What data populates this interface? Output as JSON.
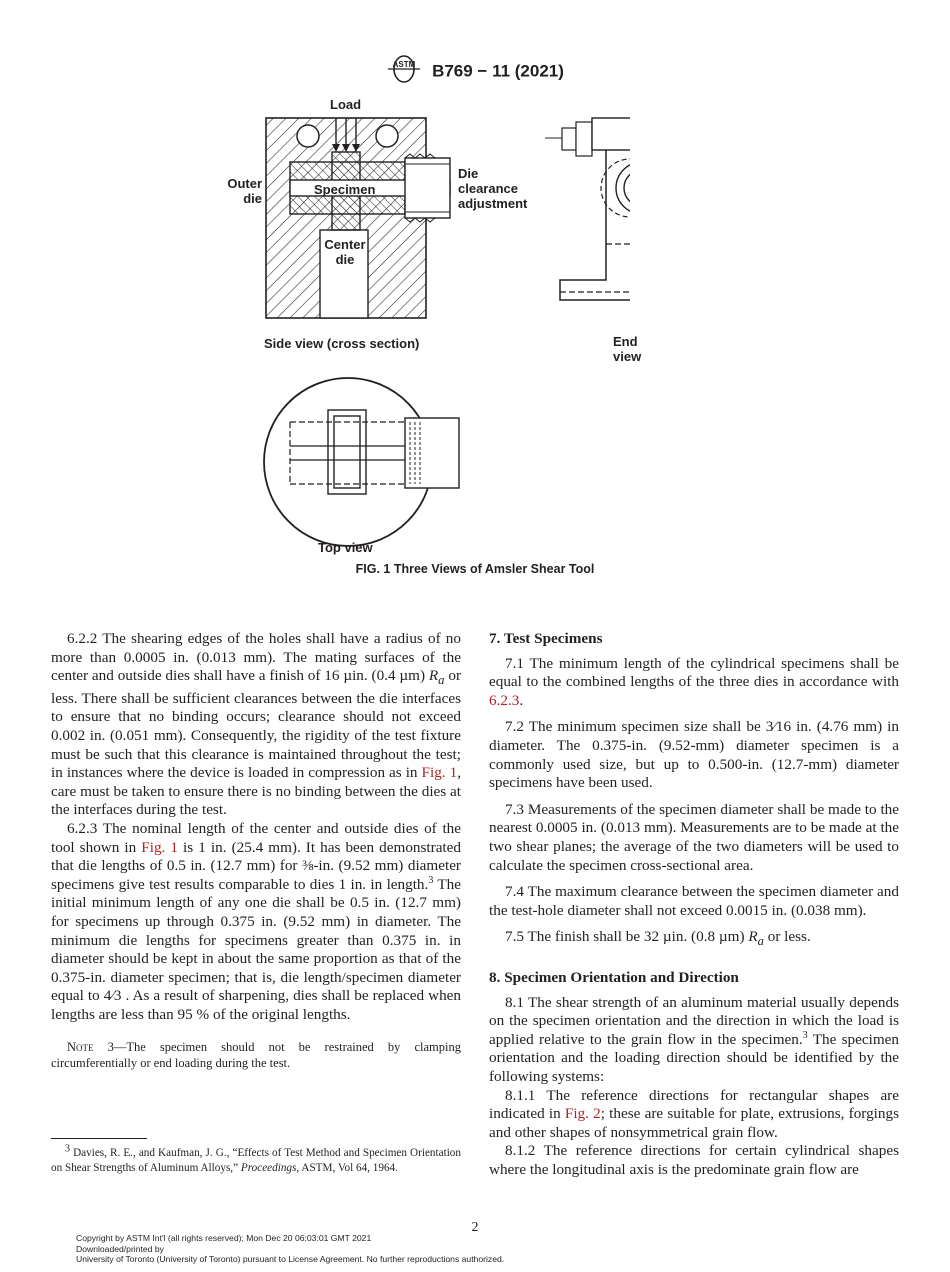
{
  "header": {
    "logo_text": "ASTM",
    "designation": "B769 − 11 (2021)"
  },
  "figure": {
    "labels": {
      "load": "Load",
      "outer_die_1": "Outer",
      "outer_die_2": "die",
      "specimen": "Specimen",
      "center_die_1": "Center",
      "center_die_2": "die",
      "die_clear_1": "Die",
      "die_clear_2": "clearance",
      "die_clear_3": "adjustment",
      "side_view": "Side view (cross section)",
      "end_view": "End view",
      "top_view": "Top view"
    },
    "caption": "FIG. 1  Three Views of Amsler Shear Tool"
  },
  "left_column": {
    "p622": {
      "a": "6.2.2 The shearing edges of the holes shall have a radius of no more than 0.0005 in. (0.013 mm). The mating surfaces of the center and outside dies shall have a finish of 16 µin. (0.4 µm) ",
      "ra": "R",
      "ra_sub": "a",
      "b": " or less. There shall be sufficient clearances between the die interfaces to ensure that no binding occurs; clearance should not exceed 0.002 in. (0.051 mm). Consequently, the rigidity of the test fixture must be such that this clearance is maintained throughout the test; in instances where the device is loaded in compression as in ",
      "link": "Fig. 1",
      "c": ", care must be taken to ensure there is no binding between the dies at the interfaces during the test."
    },
    "p623": {
      "a": "6.2.3 The nominal length of the center and outside dies of the tool shown in ",
      "link": "Fig. 1",
      "b": " is 1 in. (25.4 mm). It has been demonstrated that die lengths of 0.5 in. (12.7 mm) for ⅜-in. (9.52 mm) diameter specimens give test results comparable to dies 1 in. in length.",
      "sup": "3",
      "c": " The initial minimum length of any one die shall be 0.5 in. (12.7 mm) for specimens up through 0.375 in. (9.52 mm) in diameter. The minimum die lengths for specimens greater than 0.375 in. in diameter should be kept in about the same proportion as that of the 0.375-in. diameter specimen; that is, die length/specimen diameter equal to 4⁄3 . As a result of sharpening, dies shall be replaced when lengths are less than 95 % of the original lengths."
    },
    "note3": {
      "label": "Note 3",
      "text": "—The specimen should not be restrained by clamping circumferentially or end loading during the test."
    }
  },
  "footnote": {
    "sup": "3",
    "a": " Davies, R. E., and Kaufman, J. G., “Effects of Test Method and Specimen Orientation on Shear Strengths of Aluminum Alloys,” ",
    "journal": "Proceedings",
    "b": ", ASTM, Vol 64, 1964."
  },
  "right_column": {
    "sec7": "7. Test Specimens",
    "p71": {
      "a": "7.1 The minimum length of the cylindrical specimens shall be equal to the combined lengths of the three dies in accordance with ",
      "link": "6.2.3",
      "b": "."
    },
    "p72": "7.2 The minimum specimen size shall be 3⁄16 in. (4.76 mm) in diameter. The 0.375-in. (9.52-mm) diameter specimen is a commonly used size, but up to 0.500-in. (12.7-mm) diameter specimens have been used.",
    "p73": "7.3 Measurements of the specimen diameter shall be made to the nearest 0.0005 in. (0.013 mm). Measurements are to be made at the two shear planes; the average of the two diameters will be used to calculate the specimen cross-sectional area.",
    "p74": "7.4 The maximum clearance between the specimen diameter and the test-hole diameter shall not exceed 0.0015 in. (0.038 mm).",
    "p75": {
      "a": "7.5 The finish shall be 32 µin. (0.8 µm) ",
      "ra": "R",
      "ra_sub": "a",
      "b": " or less."
    },
    "sec8": "8. Specimen Orientation and Direction",
    "p81": {
      "a": "8.1 The shear strength of an aluminum material usually depends on the specimen orientation and the direction in which the load is applied relative to the grain flow in the specimen.",
      "sup": "3",
      "b": " The specimen orientation and the loading direction should be identified by the following systems:"
    },
    "p811": {
      "a": "8.1.1 The reference directions for rectangular shapes are indicated in ",
      "link": "Fig. 2",
      "b": "; these are suitable for plate, extrusions, forgings and other shapes of nonsymmetrical grain flow."
    },
    "p812": "8.1.2 The reference directions for certain cylindrical shapes where the longitudinal axis is the predominate grain flow are"
  },
  "page_number": "2",
  "copyright": {
    "line1": "Copyright by ASTM Int'l (all rights reserved); Mon Dec 20 06:03:01 GMT 2021",
    "line2": "Downloaded/printed by",
    "line3": "University of Toronto (University of Toronto) pursuant to License Agreement. No further reproductions authorized."
  }
}
